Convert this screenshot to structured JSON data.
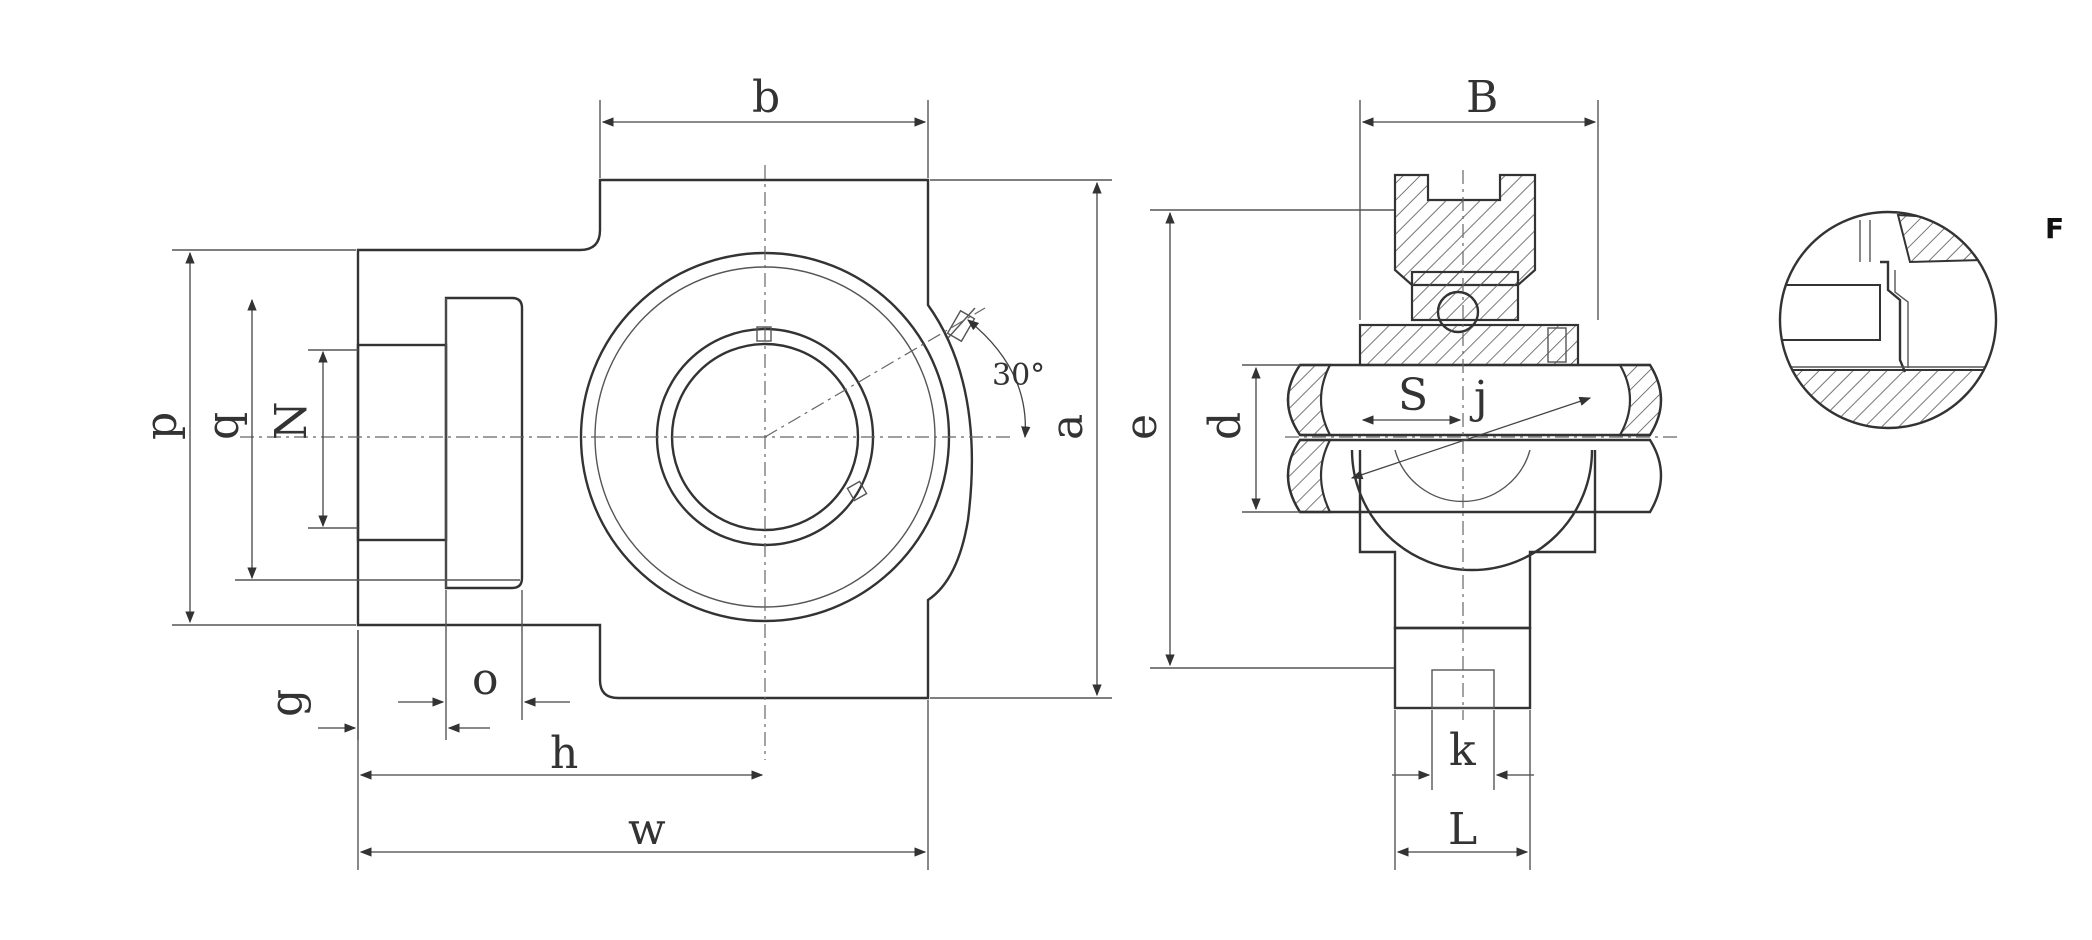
{
  "labels": {
    "b": "b",
    "B": "B",
    "p": "p",
    "q": "q",
    "N": "N",
    "a": "a",
    "e": "e",
    "d": "d",
    "S": "S",
    "j": "j",
    "g": "g",
    "o": "o",
    "h": "h",
    "w": "w",
    "k": "k",
    "L": "L",
    "angle": "30°",
    "detail": "F"
  }
}
